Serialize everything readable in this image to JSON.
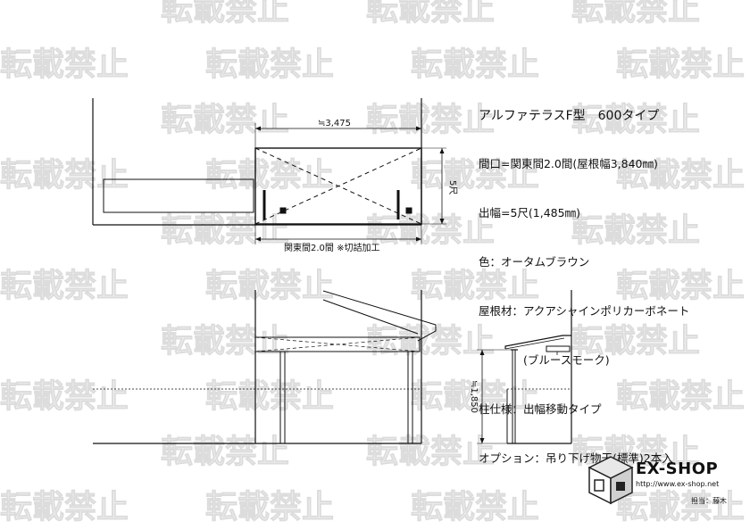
{
  "watermark": {
    "text": "転載禁止"
  },
  "spec": {
    "title": "アルファテラスF型　600タイプ",
    "lines": [
      "間口=関東間2.0間(屋根幅3,840㎜)",
      "出幅=5尺(1,485㎜)",
      "色：オータムブラウン",
      "屋根材：アクアシャインポリカーボネート",
      "　　　　(ブルースモーク)",
      "柱仕様：出幅移動タイプ",
      "オプション：吊り下げ物干(標準)2本入"
    ]
  },
  "plan": {
    "top_dimension": "≒3,475",
    "side_dimension": "5尺",
    "bottom_label": "関東間2.0間 ※切詰加工"
  },
  "side_view": {
    "height_dimension": "≒1,850"
  },
  "brand": {
    "name": "EX-SHOP",
    "url": "http://www.ex-shop.net",
    "staff": "担当：藤木"
  }
}
